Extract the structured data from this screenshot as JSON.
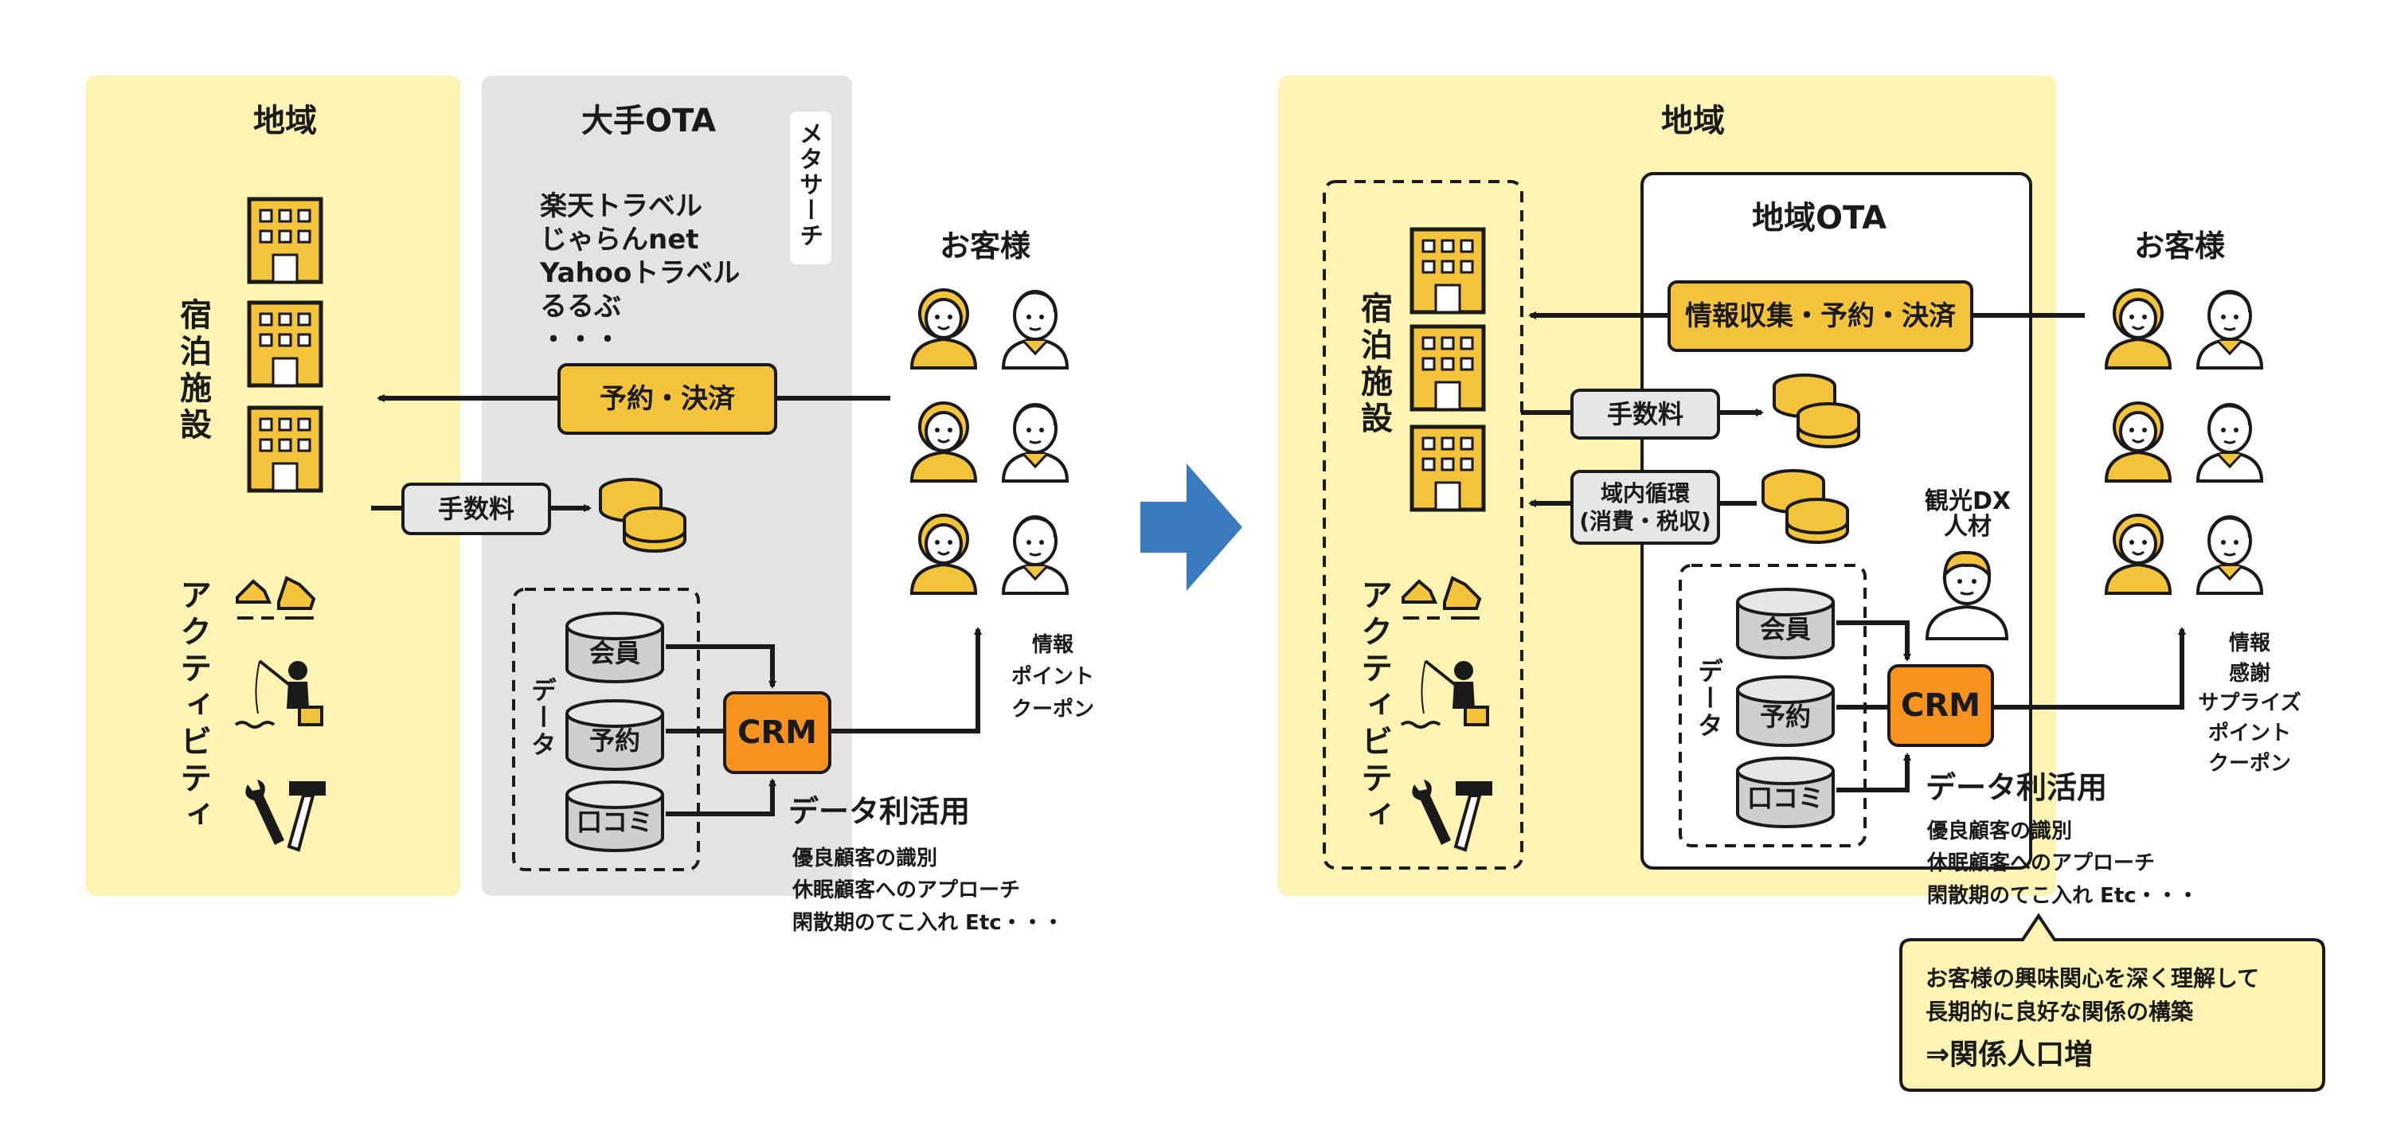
{
  "left": {
    "region_title": "地域",
    "ota_title": "大手OTA",
    "ota_sites": [
      "楽天トラベル",
      "じゃらんnet",
      "Yahooトラベル",
      "るるぶ",
      "・・・"
    ],
    "metasearch": "メタサーチ",
    "lodging": "宿泊施設",
    "activity": "アクティビティ",
    "customers_title": "お客様",
    "reservation_payment": "予約・決済",
    "fee": "手数料",
    "data_label": "データ",
    "db_members": "会員",
    "db_reservations": "予約",
    "db_reviews": "口コミ",
    "crm": "CRM",
    "crm_outputs": [
      "情報",
      "ポイント",
      "クーポン"
    ],
    "data_use_title": "データ利活用",
    "data_use_items": [
      "優良顧客の識別",
      "休眠顧客へのアプローチ",
      "閑散期のてこ入れ Etc・・・"
    ]
  },
  "right": {
    "region_title": "地域",
    "local_ota_title": "地域OTA",
    "lodging": "宿泊施設",
    "activity": "アクティビティ",
    "customers_title": "お客様",
    "info_flow": "情報収集・予約・決済",
    "fee": "手数料",
    "circulation": [
      "域内循環",
      "(消費・税収)"
    ],
    "dx_talent": [
      "観光DX",
      "人材"
    ],
    "data_label": "データ",
    "db_members": "会員",
    "db_reservations": "予約",
    "db_reviews": "口コミ",
    "crm": "CRM",
    "crm_outputs": [
      "情報",
      "感謝",
      "サプライズ",
      "ポイント",
      "クーポン"
    ],
    "data_use_title": "データ利活用",
    "data_use_items": [
      "優良顧客の識別",
      "休眠顧客へのアプローチ",
      "閑散期のてこ入れ Etc・・・"
    ],
    "callout": [
      "お客様の興味関心を深く理解して",
      "長期的に良好な関係の構築",
      "⇒関係人口増"
    ]
  },
  "colors": {
    "region_bg": "#fdf3b3",
    "ota_bg": "#e3e3e3",
    "gold": "#f4c33c",
    "crm_orange": "#f5931e",
    "arrow_blue": "#3a7bbf",
    "ink": "#1a1a1a"
  }
}
